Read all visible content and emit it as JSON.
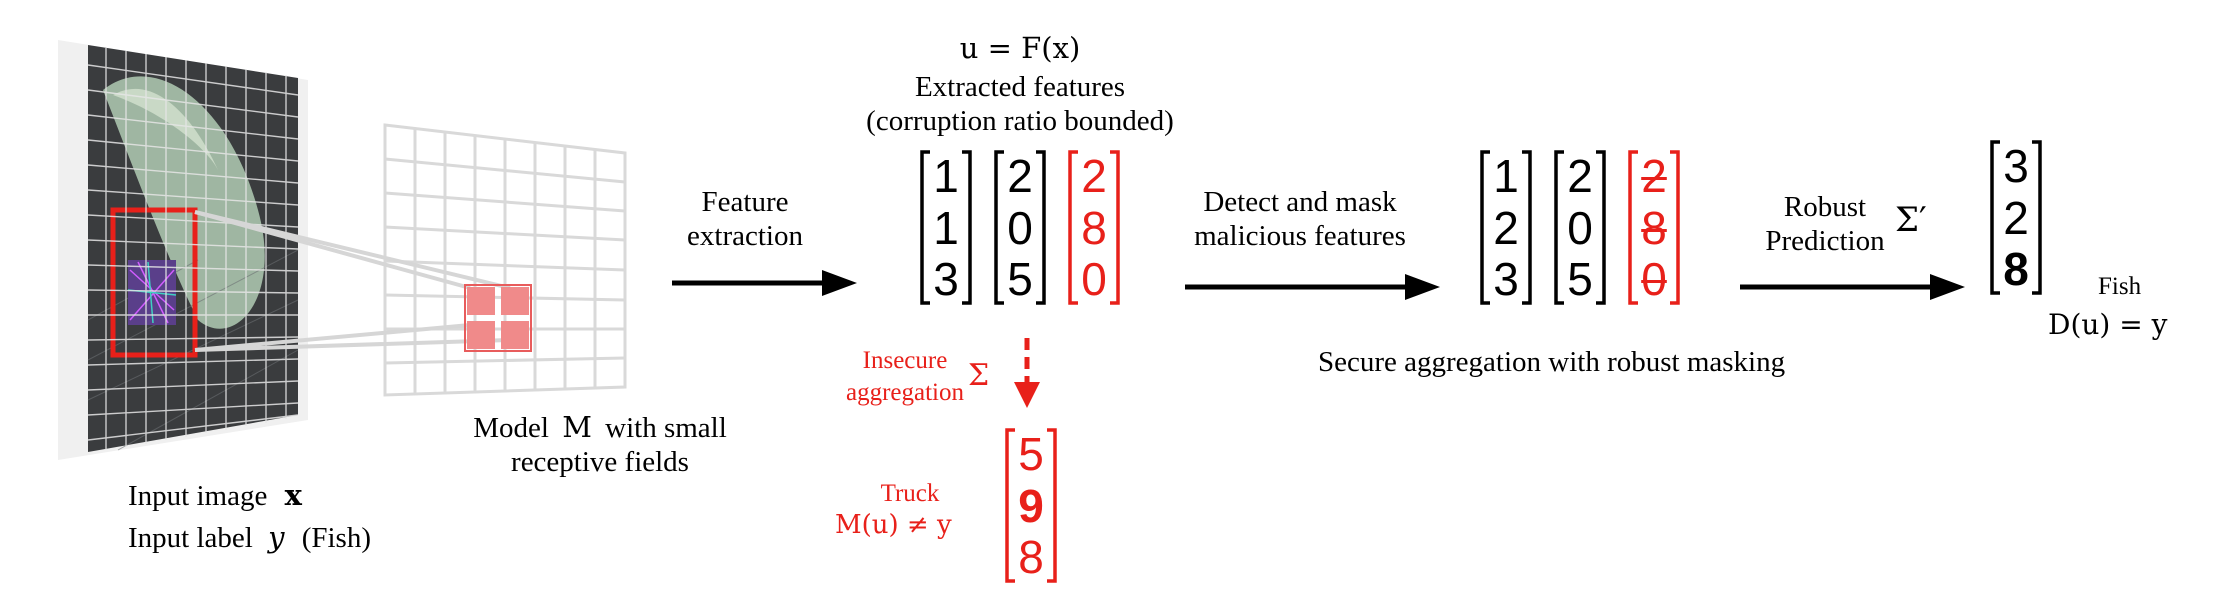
{
  "left": {
    "input_image_label": "Input image",
    "input_image_symbol": "x",
    "input_label_text": "Input label",
    "input_label_symbol": "y",
    "input_label_class": "(Fish)"
  },
  "model": {
    "label_line1_a": "Model",
    "label_symbol": "M",
    "label_line1_b": "with small",
    "label_line2": "receptive fields"
  },
  "feature_extraction": {
    "line1": "Feature",
    "line2": "extraction"
  },
  "extracted": {
    "formula": "u = F(x)",
    "line1": "Extracted features",
    "line2": "(corruption ratio bounded)",
    "matrices": [
      {
        "values": [
          "1",
          "1",
          "3"
        ],
        "color": "#000000"
      },
      {
        "values": [
          "2",
          "0",
          "5"
        ],
        "color": "#000000"
      },
      {
        "values": [
          "2",
          "8",
          "0"
        ],
        "color": "#e8201a"
      }
    ]
  },
  "detect": {
    "line1": "Detect and mask",
    "line2": "malicious features"
  },
  "masked": {
    "matrices": [
      {
        "values": [
          "1",
          "2",
          "3"
        ],
        "color": "#000000",
        "struck": false
      },
      {
        "values": [
          "2",
          "0",
          "5"
        ],
        "color": "#000000",
        "struck": false
      },
      {
        "values": [
          "2",
          "8",
          "0"
        ],
        "color": "#e8201a",
        "struck": true
      }
    ],
    "caption": "Secure aggregation with robust masking"
  },
  "robust": {
    "line1": "Robust",
    "line2": "Prediction",
    "symbol": "Σ′"
  },
  "result": {
    "values": [
      "3",
      "2",
      "8"
    ],
    "bold_index": 2,
    "class_label": "Fish",
    "formula": "D(u) = y"
  },
  "insecure": {
    "line1": "Insecure",
    "line2": "aggregation",
    "symbol": "Σ",
    "values": [
      "5",
      "9",
      "8"
    ],
    "bold_index": 1,
    "class_label": "Truck",
    "formula": "M(u) ≠ y"
  },
  "colors": {
    "red": "#e8201a",
    "black": "#000000",
    "grid": "#d9d9d9"
  },
  "icons": [
    "fish-photo",
    "grid-icon",
    "receptive-field-icon",
    "arrow-right-icon",
    "dashed-arrow-down-icon"
  ]
}
